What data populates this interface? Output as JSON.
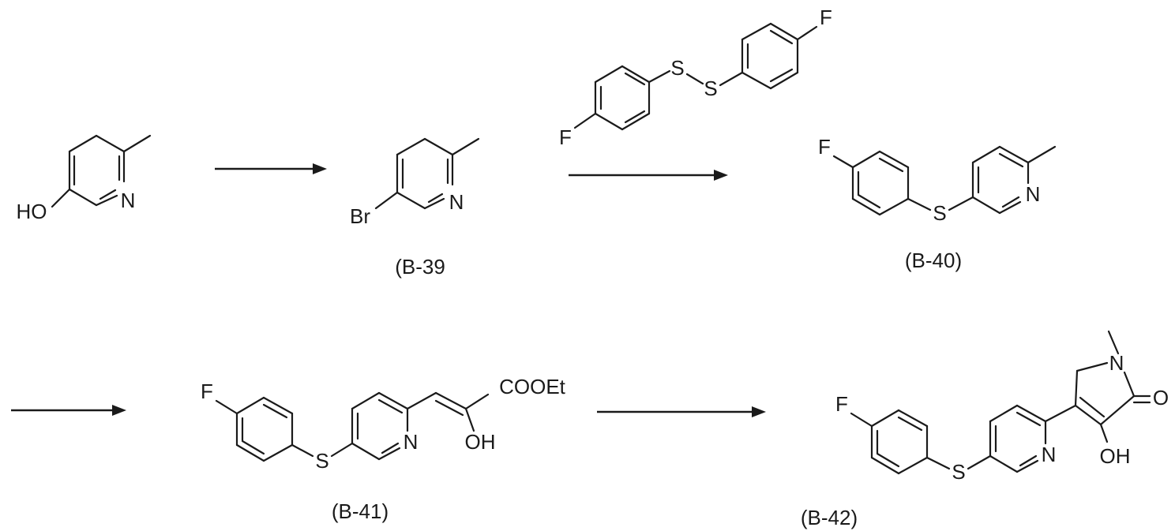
{
  "compound_labels": {
    "b39": "(B-39",
    "b40": "(B-40)",
    "b41": "(B-41)",
    "b42": "(B-42)"
  },
  "atoms": {
    "HO": "HO",
    "N": "N",
    "Br": "Br",
    "F": "F",
    "S": "S",
    "COOEt": "COOEt",
    "OH": "OH",
    "O": "O"
  }
}
